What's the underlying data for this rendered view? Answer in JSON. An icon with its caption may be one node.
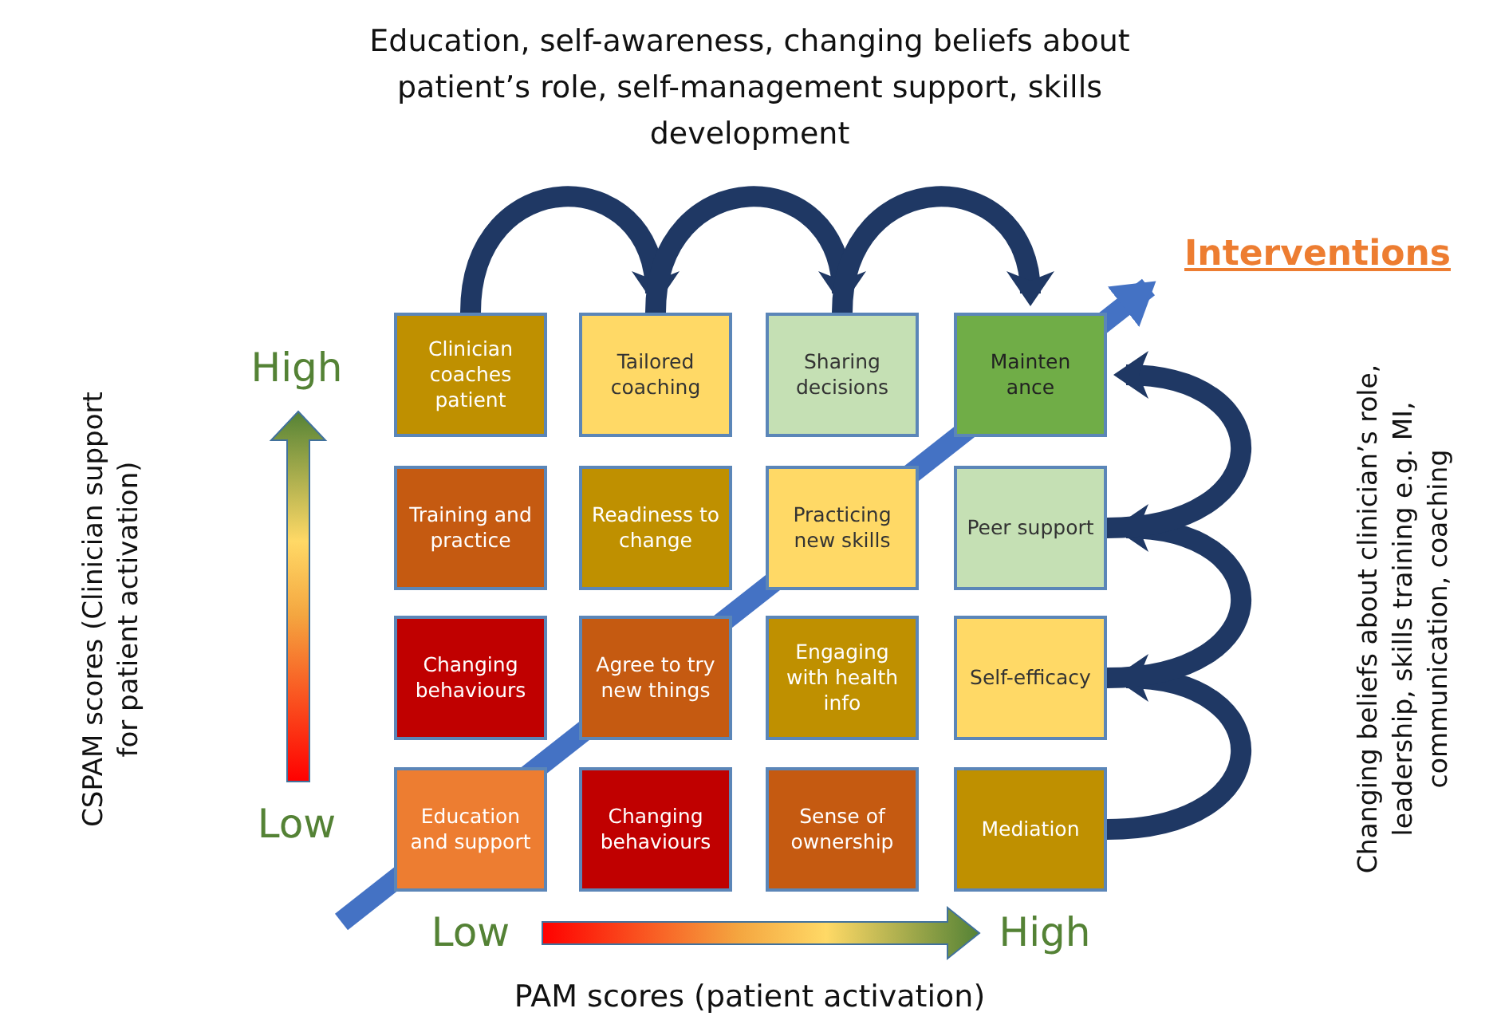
{
  "diagram": {
    "nodes": [
      {
        "text": [
          "Clinician coaches patient"
        ]
      },
      {
        "text": [
          "Tailored coaching"
        ]
      },
      {
        "text": [
          "Sharing decisions"
        ]
      },
      {
        "text": [
          "Mainten ance"
        ]
      },
      {
        "text": [
          "Training and practice"
        ]
      },
      {
        "text": [
          "Readiness to change"
        ]
      },
      {
        "text": [
          "Practicing new skills"
        ]
      },
      {
        "text": [
          "Peer support"
        ]
      },
      {
        "text": [
          "Changing behaviours"
        ]
      },
      {
        "text": [
          "Agree to try new things"
        ]
      },
      {
        "text": [
          "Engaging with health info"
        ]
      },
      {
        "text": [
          "Self-efficacy"
        ]
      },
      {
        "text": [
          "Education and support"
        ]
      },
      {
        "text": [
          "Changing behaviours"
        ]
      },
      {
        "text": [
          "Sense of ownership"
        ]
      },
      {
        "text": [
          "Mediation"
        ]
      },
      {
        "text": [
          "Interventions"
        ]
      }
    ],
    "edges": [
      {
        "from": 0,
        "to": 1,
        "arrow": "to"
      },
      {
        "from": 1,
        "to": 2,
        "arrow": "to"
      },
      {
        "from": 2,
        "to": 3,
        "arrow": "to"
      },
      {
        "from": 15,
        "to": 11,
        "arrow": "to"
      },
      {
        "from": 11,
        "to": 7,
        "arrow": "to"
      },
      {
        "from": 7,
        "to": 3,
        "arrow": "to"
      },
      {
        "from": null,
        "to": 16,
        "arrow": "to",
        "color": "#4472c4"
      }
    ],
    "labels": [
      "Education, self-awareness, changing beliefs about patient’s role, self-management support, skills development",
      "High",
      "CSPAM scores (Clinician support for patient activation)",
      "Changing beliefs about clinician’s role, leadership, skills training e.g. MI, communication, coaching",
      "Low",
      "Low",
      "High",
      "PAM scores (patient activation)"
    ]
  }
}
